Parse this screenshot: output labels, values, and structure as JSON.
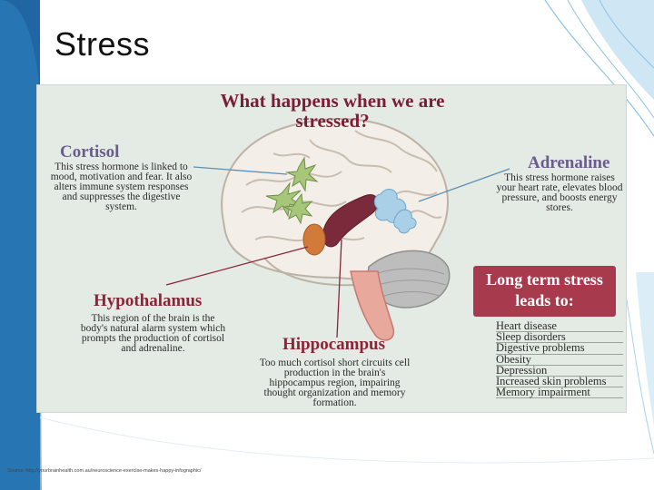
{
  "slide": {
    "title": "Stress",
    "source": "Source: http://yourbrainhealth.com.au/neuroscience-exercise-makes-happy-infographic/"
  },
  "infographic": {
    "heading": "What happens when we are stressed?",
    "cortisol": {
      "label": "Cortisol",
      "text": "This stress hormone is linked to mood, motivation and fear. It also alters immune system responses and suppresses the digestive system."
    },
    "adrenaline": {
      "label": "Adrenaline",
      "text": "This stress hormone raises your heart rate, elevates blood pressure, and boosts energy stores."
    },
    "hypothalamus": {
      "label": "Hypothalamus",
      "text": "This region of the brain is the body's natural alarm system which prompts the production of cortisol and adrenaline."
    },
    "hippocampus": {
      "label": "Hippocampus",
      "text": "Too much cortisol short circuits cell production in the brain's hippocampus region, impairing thought organization and memory formation."
    },
    "long_term": {
      "title": "Long term stress leads to:",
      "items": [
        "Heart disease",
        "Sleep disorders",
        "Digestive problems",
        "Obesity",
        "Depression",
        "Increased skin problems",
        "Memory impairment"
      ]
    }
  },
  "colors": {
    "title_red": "#7a1e38",
    "label_purple": "#6d5a8f",
    "box_red": "#a83a4e",
    "panel_bg": "#e4ebe4",
    "accent_blue": "#2a6f9a"
  },
  "icons": [
    "brain-illustration",
    "wave-decoration"
  ]
}
